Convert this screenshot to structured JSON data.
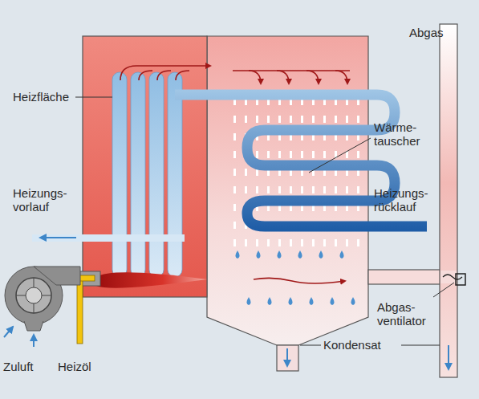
{
  "diagram": {
    "labels": [
      "Abgas",
      "Heizfläche",
      "Wärme- tauscher",
      "Heizungs- vorlauf",
      "Heizungs- rücklauf",
      "Abgas- ventilator",
      "Zuluft",
      "Heizöl",
      "Kondensat"
    ]
  }
}
